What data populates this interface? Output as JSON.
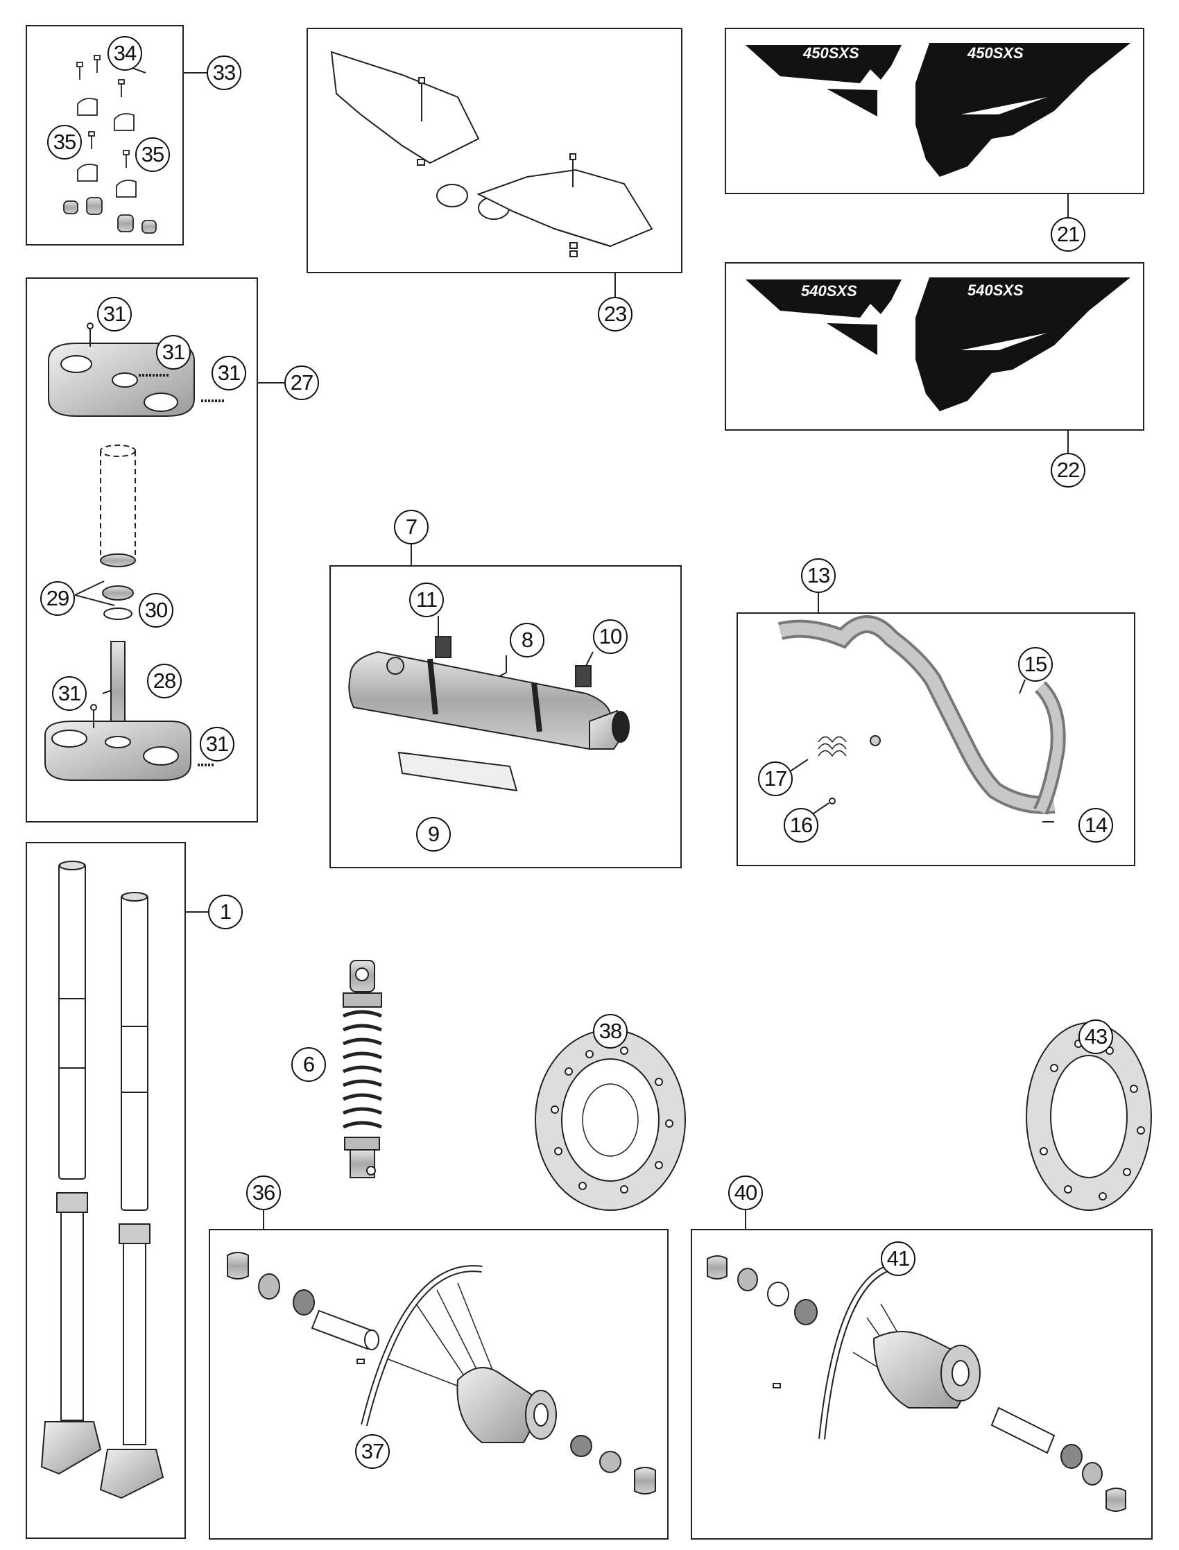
{
  "callouts": {
    "c1": "1",
    "c6": "6",
    "c7": "7",
    "c8": "8",
    "c9": "9",
    "c10": "10",
    "c11": "11",
    "c13": "13",
    "c14": "14",
    "c15": "15",
    "c16": "16",
    "c17": "17",
    "c21": "21",
    "c22": "22",
    "c23": "23",
    "c27": "27",
    "c28": "28",
    "c29": "29",
    "c30": "30",
    "c31a": "31",
    "c31b": "31",
    "c31c": "31",
    "c31d": "31",
    "c31e": "31",
    "c33": "33",
    "c34": "34",
    "c35a": "35",
    "c35b": "35",
    "c36": "36",
    "c37": "37",
    "c38": "38",
    "c40": "40",
    "c41": "41",
    "c43": "43"
  },
  "decals": {
    "d21_left": "450SXS",
    "d21_right": "450SXS",
    "d22_left": "540SXS",
    "d22_right": "540SXS"
  },
  "colors": {
    "line": "#222222",
    "fill_dark": "#111111",
    "fill_metal": "#b8b8b8"
  }
}
